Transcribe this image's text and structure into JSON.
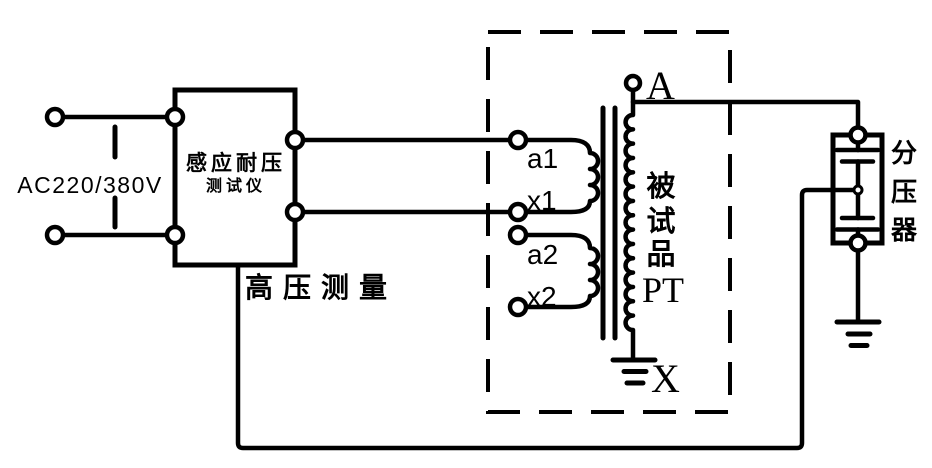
{
  "colors": {
    "ink": "#000000",
    "paper": "#ffffff"
  },
  "source": {
    "label": "AC220/380V"
  },
  "tester": {
    "name_line1": "感应耐压",
    "name_line2": "测试仪",
    "output_label": "高压测量"
  },
  "pt": {
    "terminal_a1": "a1",
    "terminal_x1": "x1",
    "terminal_a2": "a2",
    "terminal_x2": "x2",
    "terminal_hv_top": "A",
    "terminal_hv_bottom": "X",
    "name_char1": "被",
    "name_char2": "试",
    "name_char3": "品",
    "name_suffix": "PT"
  },
  "divider": {
    "name_char1": "分",
    "name_char2": "压",
    "name_char3": "器"
  }
}
